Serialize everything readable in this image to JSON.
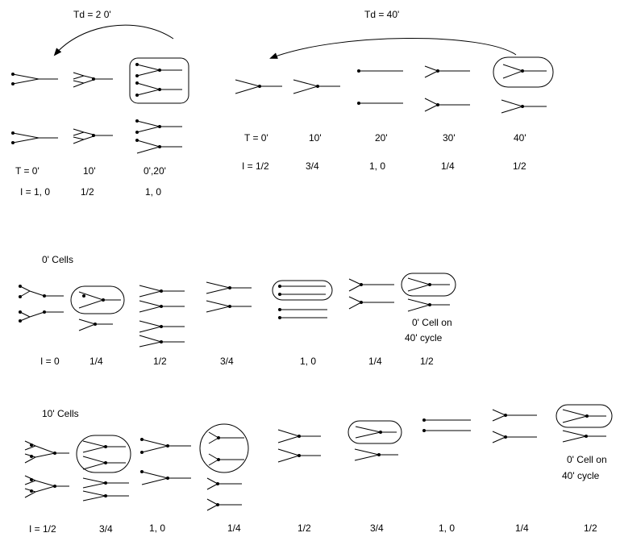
{
  "top_left": {
    "td_label": "Td = 2 0'",
    "t_label": "T = 0'",
    "times": [
      "10'",
      "0',20'"
    ],
    "i_label": "I = 1, 0",
    "values": [
      "1/2",
      "1, 0"
    ]
  },
  "top_right": {
    "td_label": "Td = 40'",
    "t_label": "T = 0'",
    "times": [
      "10'",
      "20'",
      "30'",
      "40'"
    ],
    "i_label": "I = 1/2",
    "values": [
      "3/4",
      "1, 0",
      "1/4",
      "1/2"
    ]
  },
  "cells_0": {
    "title": "0' Cells",
    "note_line1": "0' Cell on",
    "note_line2": "40' cycle",
    "i_label": "I = 0",
    "values": [
      "1/4",
      "1/2",
      "3/4",
      "1, 0",
      "1/4",
      "1/2"
    ]
  },
  "cells_10": {
    "title": "10' Cells",
    "note_line1": "0' Cell on",
    "note_line2": "40' cycle",
    "i_label": "I = 1/2",
    "values": [
      "3/4",
      "1, 0",
      "1/4",
      "1/2",
      "3/4",
      "1, 0",
      "1/4",
      "1/2"
    ]
  }
}
